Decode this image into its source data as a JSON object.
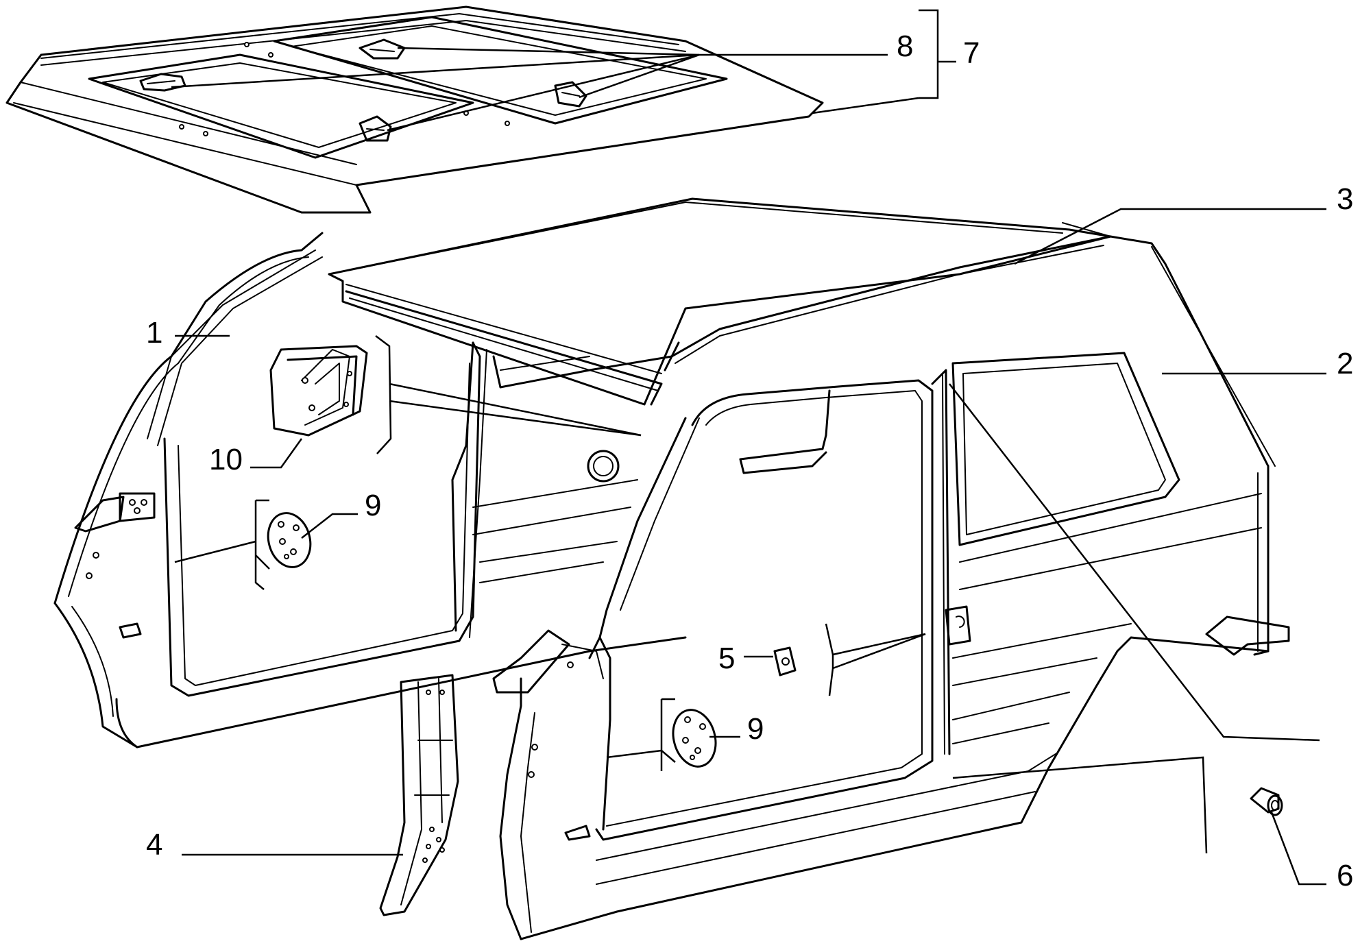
{
  "diagram": {
    "callouts": [
      {
        "id": "1",
        "label": "1"
      },
      {
        "id": "2",
        "label": "2"
      },
      {
        "id": "3",
        "label": "3"
      },
      {
        "id": "4",
        "label": "4"
      },
      {
        "id": "5",
        "label": "5"
      },
      {
        "id": "6",
        "label": "6"
      },
      {
        "id": "7",
        "label": "7"
      },
      {
        "id": "8",
        "label": "8"
      },
      {
        "id": "9a",
        "label": "9"
      },
      {
        "id": "9b",
        "label": "9"
      },
      {
        "id": "10",
        "label": "10"
      }
    ],
    "colors": {
      "line": "#000000",
      "background": "#ffffff"
    }
  }
}
